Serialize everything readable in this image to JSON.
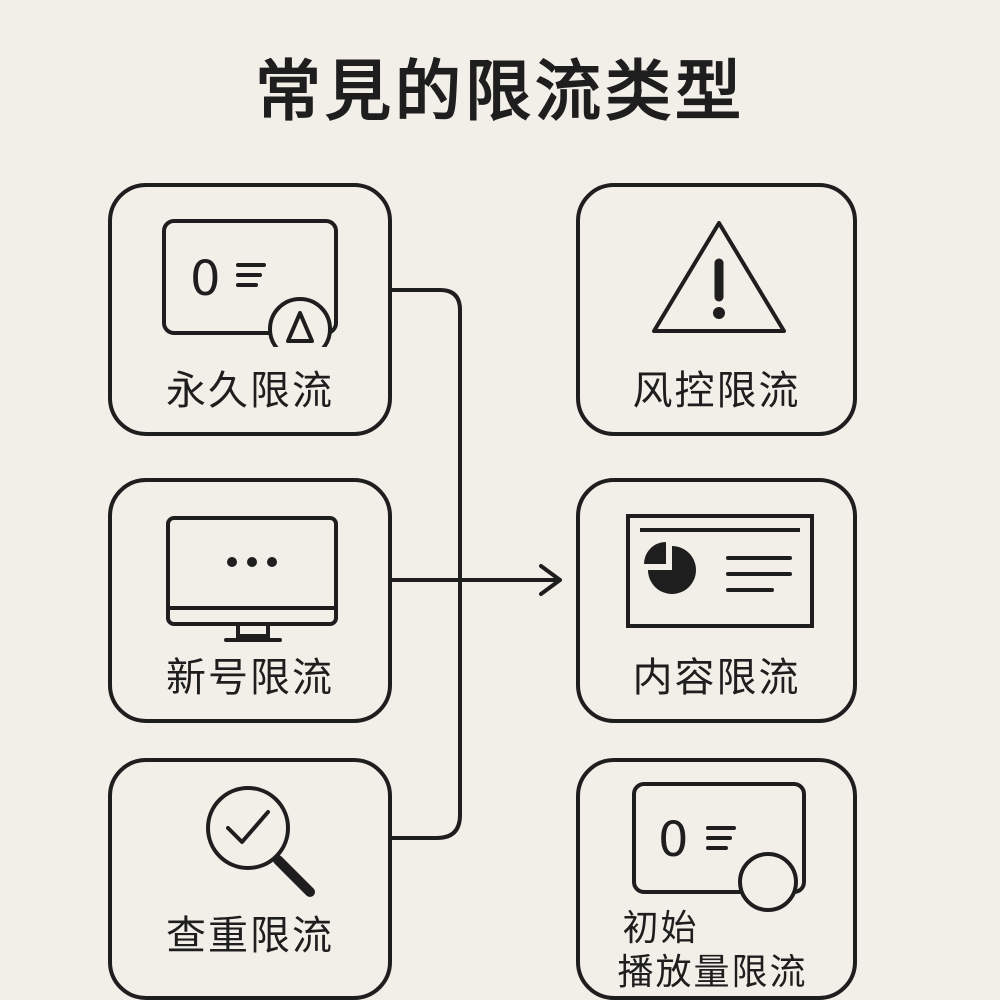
{
  "title": "常見的限流类型",
  "cards": {
    "permanent": {
      "label": "永久限流",
      "icon": "id-card-warning-icon"
    },
    "new_account": {
      "label": "新号限流",
      "icon": "monitor-icon"
    },
    "check_weight": {
      "label": "查重限流",
      "icon": "magnifier-check-icon"
    },
    "risk_control": {
      "label": "风控限流",
      "icon": "warning-triangle-icon"
    },
    "content": {
      "label": "内容限流",
      "icon": "pie-chart-document-icon"
    },
    "initial_line1": "初始",
    "initial_line2": "播放量限流",
    "initial_icon": "id-card-circle-icon"
  },
  "icon_glyphs": {
    "card_zero": "0"
  }
}
